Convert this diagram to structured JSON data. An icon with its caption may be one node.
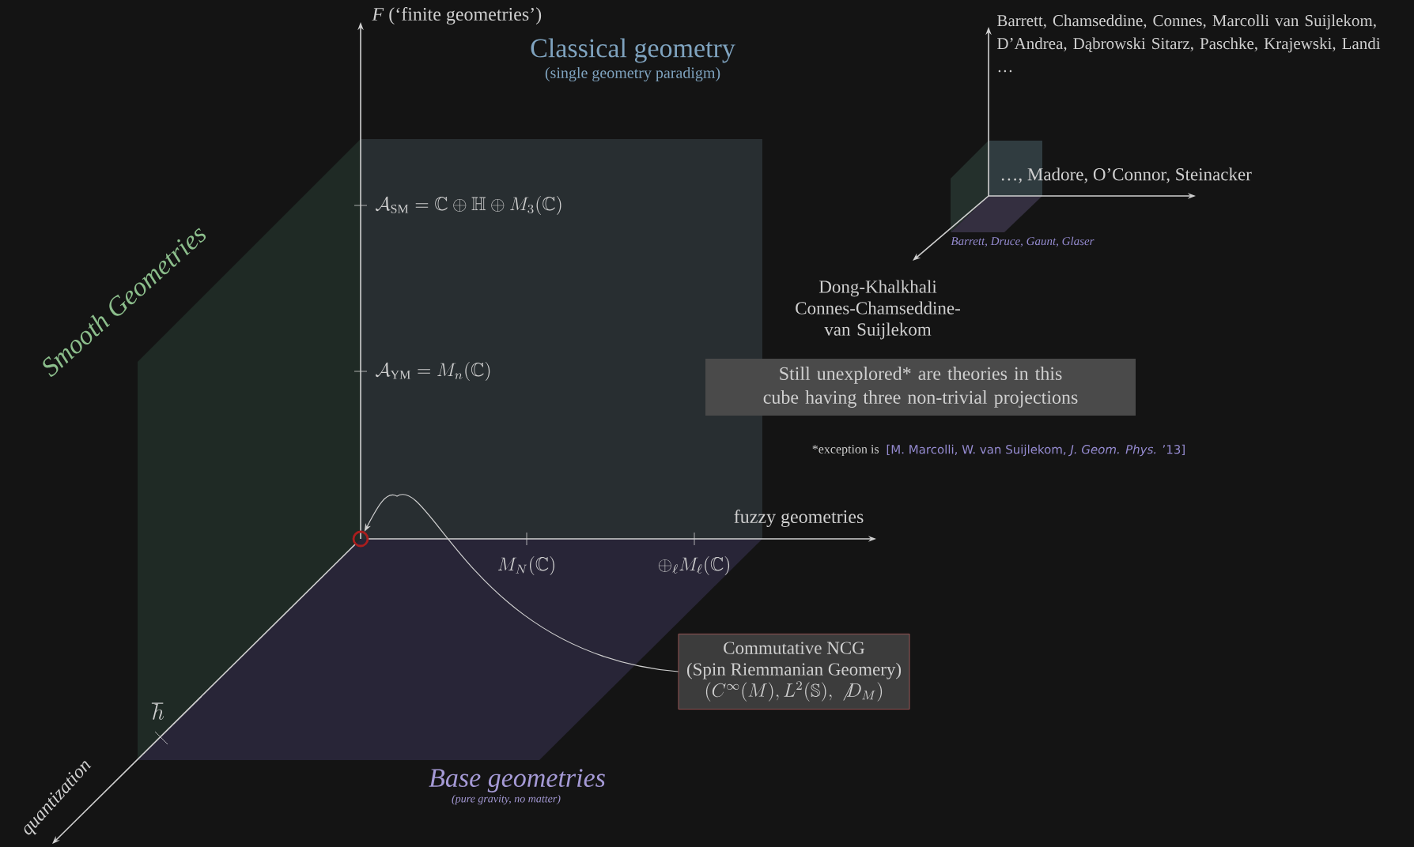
{
  "diagram": {
    "nodes": [
      {
        "text": [
          "Commutative NCG",
          "(Spin Riemmanian Geomery)",
          "(C^\\infty(M), L^2(\\mathbb{S}),\\ \\not{D}_M)"
        ]
      },
      {
        "text": [],
        "shape": "circle"
      },
      {
        "text": [
          "Still unexplored* are theories in this cube having three non-trivial projections"
        ]
      }
    ],
    "edges": [
      {
        "from": 0,
        "to": 1,
        "arrow": "to"
      }
    ],
    "labels": [
      "*F* (‘finite geometries’)",
      "Classical geometry",
      "(single geometry paradigm)",
      "\\mathcal{A}_{\\mathrm{SM}} = \\mathbb{C}\\oplus\\mathbb{H}\\oplus M_3(\\mathbb{C})",
      "Smooth Geometries",
      "\\mathcal{A}_{\\mathrm{YM}} = M_n(\\mathbb{C})",
      "fuzzy geometries",
      "M_N(\\mathbb{C})",
      "\\oplus_\\ell M_\\ell(\\mathbb{C})",
      "\\hbar",
      "quantization",
      "Base geometries",
      "(pure gravity, no matter)",
      "Barrett, Chamseddine, Connes, Marcolli van Suijlekom, D’Andrea, Dąbrowski Sitarz, Paschke, Krajewski, Landi …",
      "…, Madore, O’Connor, Steinacker",
      "Barrett, Druce, Gaunt, Glaser",
      "Dong-Khalkhali Connes-Chamseddine- van Suijlekom",
      "*exception is",
      "[M. Marcolli, W. van Suijlekom, *J. Geom. Phys.* ’13]"
    ]
  }
}
